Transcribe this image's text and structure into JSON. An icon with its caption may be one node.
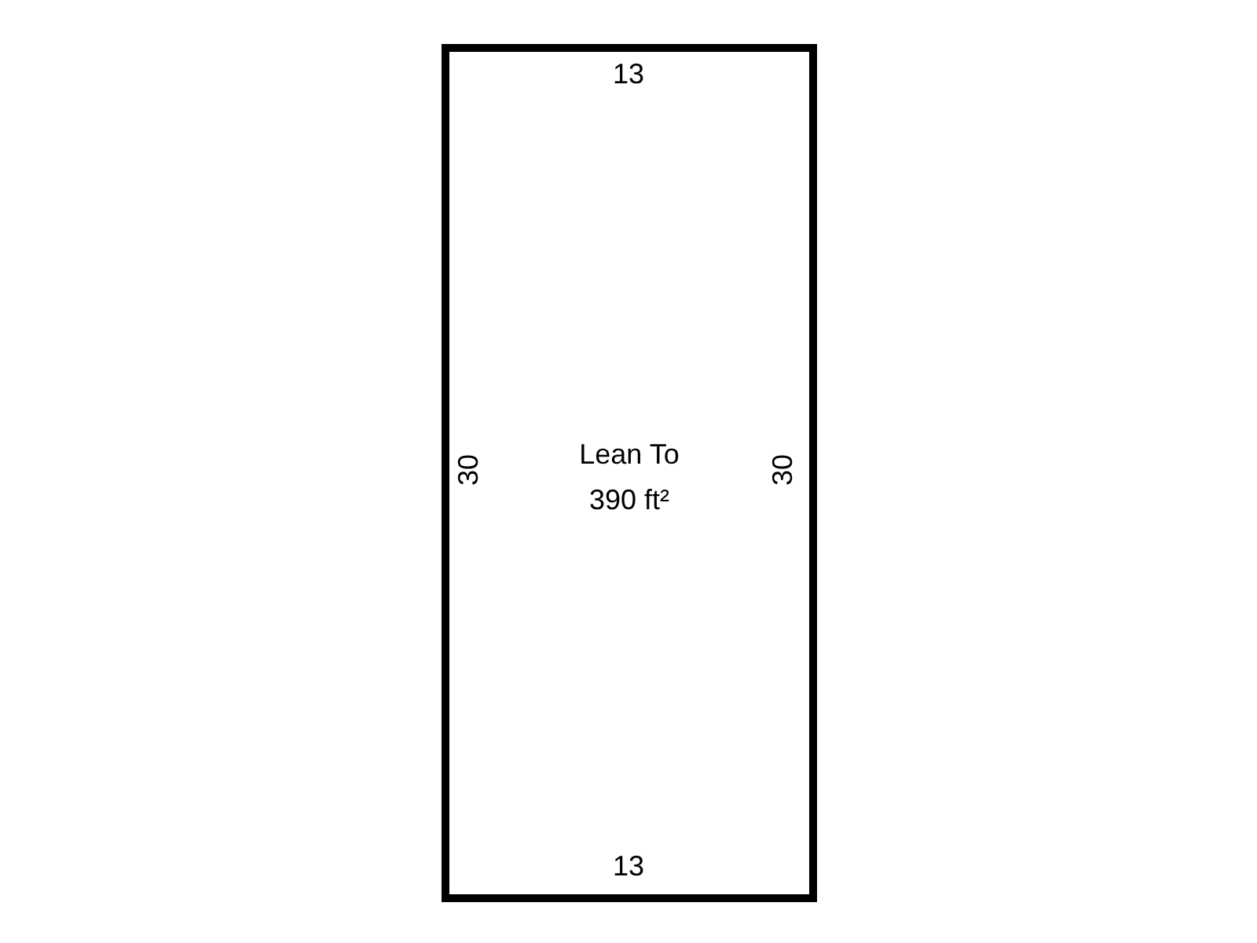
{
  "diagram": {
    "nodes": [
      {
        "text": [
          "Lean To",
          "390 ft²"
        ]
      }
    ],
    "labels": [
      "13",
      "30",
      "30",
      "13"
    ]
  }
}
